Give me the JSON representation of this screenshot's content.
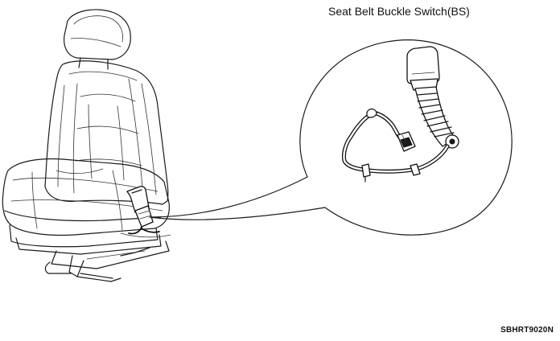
{
  "diagram": {
    "title": "Seat Belt Buckle Switch(BS)",
    "figure_code": "SBHRT9020N"
  },
  "icons": {
    "seat": "car-seat-illustration",
    "buckle": "seat-belt-buckle-icon",
    "harness": "wiring-harness-icon",
    "connector": "connector-plug-icon"
  },
  "colors": {
    "line": "#1a1a1a",
    "background": "#ffffff"
  }
}
